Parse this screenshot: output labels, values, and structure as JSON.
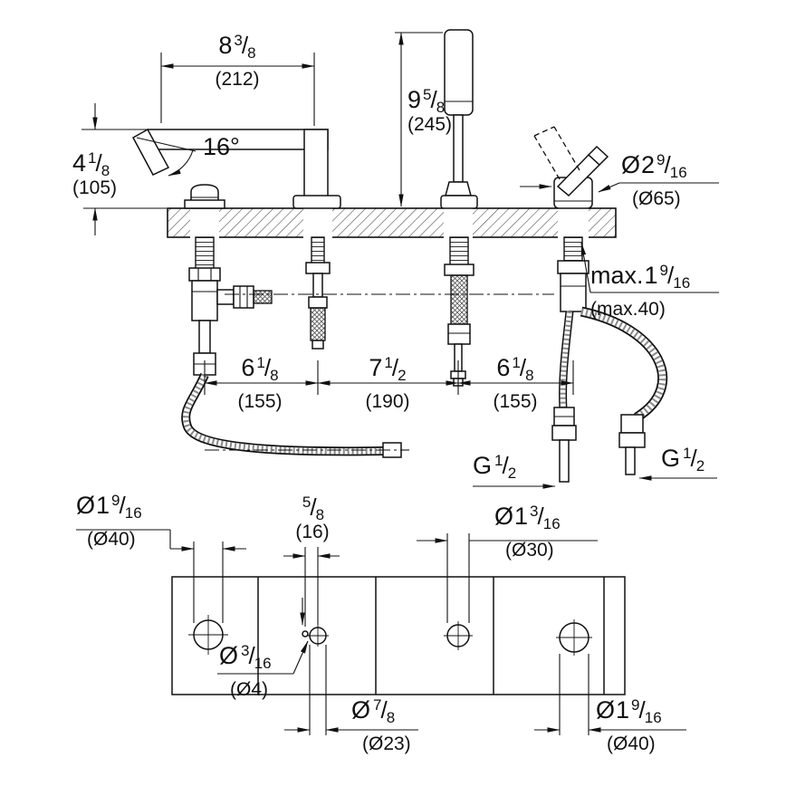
{
  "drawing": {
    "slash": "/",
    "front": {
      "spout_reach": {
        "whole": "8",
        "num": "3",
        "den": "8",
        "mm": "(212)"
      },
      "shower_height": {
        "whole": "9",
        "num": "5",
        "den": "8",
        "mm": "(245)"
      },
      "spout_angle": {
        "text": "16°"
      },
      "spout_height": {
        "whole": "4",
        "num": "1",
        "den": "8",
        "mm": "(105)"
      },
      "handle_diameter": {
        "prefix": "Ø",
        "whole": "2",
        "num": "9",
        "den": "16",
        "mm": "(Ø65)"
      },
      "max_deck_thickness": {
        "prefix": "max.",
        "whole": "1",
        "num": "9",
        "den": "16",
        "mm": "(max.40)"
      },
      "spacing_left": {
        "whole": "6",
        "num": "1",
        "den": "8",
        "mm": "(155)"
      },
      "spacing_center": {
        "whole": "7",
        "num": "1",
        "den": "2",
        "mm": "(190)"
      },
      "spacing_right": {
        "whole": "6",
        "num": "1",
        "den": "8",
        "mm": "(155)"
      },
      "thread_left": {
        "prefix": "G",
        "num": "1",
        "den": "2"
      },
      "thread_right": {
        "prefix": "G",
        "num": "1",
        "den": "2"
      }
    },
    "plan": {
      "hole_valve_left": {
        "prefix": "Ø",
        "whole": "1",
        "num": "9",
        "den": "16",
        "mm": "(Ø40)"
      },
      "pin_offset": {
        "num": "5",
        "den": "8",
        "mm": "(16)"
      },
      "hole_center": {
        "prefix": "Ø",
        "whole": "1",
        "num": "3",
        "den": "16",
        "mm": "(Ø30)"
      },
      "hole_pin": {
        "prefix": "Ø",
        "num": "3",
        "den": "16",
        "mm": "(Ø4)"
      },
      "hole_shower": {
        "prefix": "Ø",
        "num": "7",
        "den": "8",
        "mm": "(Ø23)"
      },
      "hole_valve_right": {
        "prefix": "Ø",
        "whole": "1",
        "num": "9",
        "den": "16",
        "mm": "(Ø40)"
      }
    }
  }
}
